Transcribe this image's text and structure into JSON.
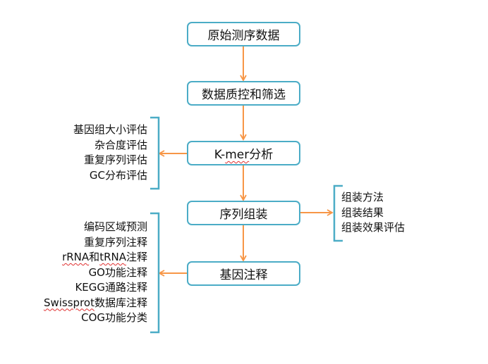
{
  "colors": {
    "box_border": "#4bacc6",
    "arrow": "#f79646",
    "bracket": "#4bacc6",
    "text": "#111111"
  },
  "nodes": {
    "raw_data": "原始测序数据",
    "qc": "数据质控和筛选",
    "kmer_prefix": "K-",
    "kmer_word": "mer",
    "kmer_suffix": "分析",
    "assembly": "序列组装",
    "annotation": "基因注释"
  },
  "kmer_outputs": [
    "基因组大小评估",
    "杂合度评估",
    "重复序列评估",
    "GC分布评估"
  ],
  "assembly_outputs": [
    "组装方法",
    "组装结果",
    "组装效果评估"
  ],
  "annotation_outputs": {
    "item0": "编码区域预测",
    "item1": "重复序列注释",
    "item2_a": "rRNA",
    "item2_b": "和",
    "item2_c": "tRNA",
    "item2_d": "注释",
    "item3": "GO功能注释",
    "item4": "KEGG通路注释",
    "item5_a": "Swissprot",
    "item5_b": "数据库注释",
    "item6": "COG功能分类"
  }
}
